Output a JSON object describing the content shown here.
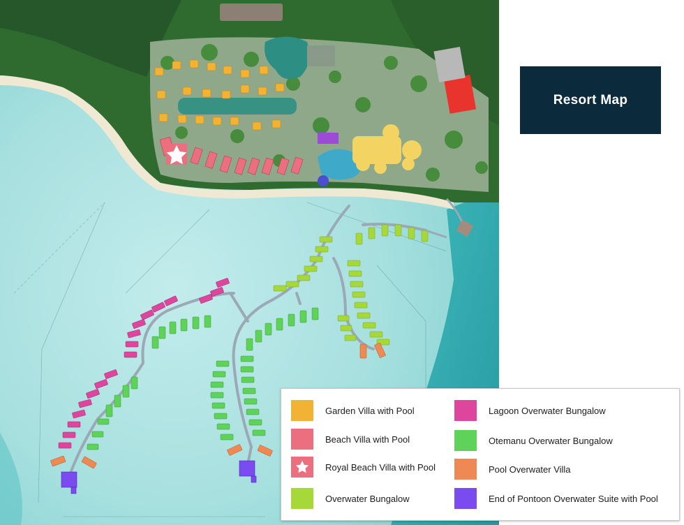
{
  "title": "Resort Map",
  "colors": {
    "garden_villa": "#f2b233",
    "beach_villa": "#ec6f80",
    "overwater_bungalow": "#a6d839",
    "lagoon_overwater": "#de469d",
    "otemanu_overwater": "#5fd25a",
    "pool_overwater": "#ef8953",
    "end_of_pontoon": "#7a4cf0",
    "title_bg": "#0b2a3b"
  },
  "legend": [
    {
      "label": "Garden Villa with Pool",
      "color": "#f2b233",
      "icon": "square"
    },
    {
      "label": "Lagoon Overwater Bungalow",
      "color": "#de469d",
      "icon": "square"
    },
    {
      "label": "Beach Villa with Pool",
      "color": "#ec6f80",
      "icon": "square"
    },
    {
      "label": "Otemanu Overwater Bungalow",
      "color": "#5fd25a",
      "icon": "square"
    },
    {
      "label": "Royal Beach Villa with Pool",
      "color": "#ec6f80",
      "icon": "star-icon"
    },
    {
      "label": "Pool Overwater Villa",
      "color": "#ef8953",
      "icon": "square"
    },
    {
      "label": "Overwater Bungalow",
      "color": "#a6d839",
      "icon": "square"
    },
    {
      "label": "End of Pontoon Overwater Suite with Pool",
      "color": "#7a4cf0",
      "icon": "square"
    }
  ]
}
